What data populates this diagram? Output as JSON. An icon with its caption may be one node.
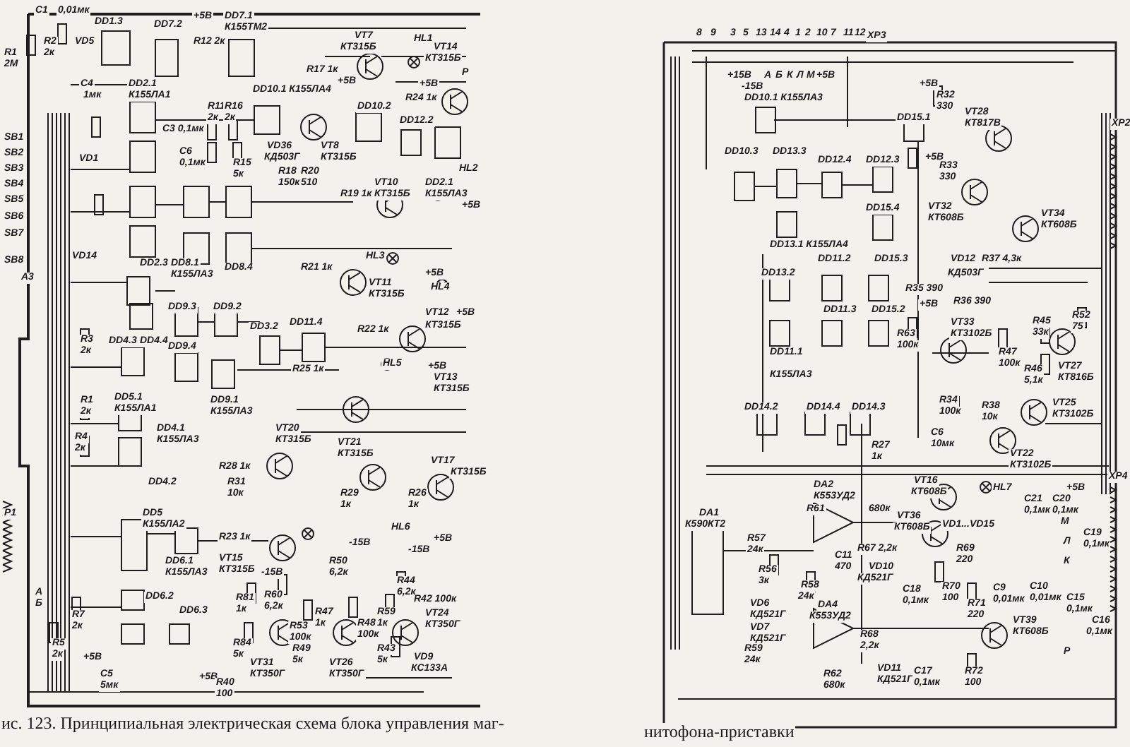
{
  "diagram": {
    "labels": [
      "C1",
      "0,01мк",
      "DD1.3",
      "DD7.2",
      "+5В",
      "DD7.1",
      "К155ТМ2",
      "R1",
      "2М",
      "R2",
      "2к",
      "VD5",
      "C4",
      "1мк",
      "R12 2к",
      "VT7",
      "КТ315Б",
      "HL1",
      "VT14",
      "КТ315Б",
      "R17 1к",
      "+5В",
      "R24 1к",
      "Р",
      "DD2.1",
      "К155ЛА1",
      "DD10.1 К155ЛА4",
      "+5В",
      "C3 0,1мк",
      "R11",
      "2к",
      "R16",
      "2к",
      "VD36",
      "КД503Г",
      "R18",
      "150к",
      "R20",
      "510",
      "VT8",
      "КТ315Б",
      "DD10.2",
      "DD12.2",
      "DD2.1",
      "К155ЛА3",
      "VT10",
      "КТ315Б",
      "HL2",
      "+5В",
      "R19 1к",
      "C6",
      "0,1мк",
      "R15",
      "5к",
      "SB1",
      "SB2",
      "SB3",
      "SB4",
      "SB5",
      "SB6",
      "SB7",
      "SB8",
      "A3",
      "VD1",
      "VD14",
      "DD2.3",
      "DD8.1",
      "К155ЛА3",
      "DD8.4",
      "R21 1к",
      "HL3",
      "+5В",
      "VT11",
      "КТ315Б",
      "DD9.3",
      "DD9.2",
      "HL4",
      "VT12",
      "+5В",
      "DD4.3",
      "DD4.4",
      "DD9.4",
      "DD3.2",
      "DD11.4",
      "R22 1к",
      "КТ315Б",
      "R25 1к",
      "HL5",
      "+5В",
      "VT13",
      "КТ315Б",
      "R3",
      "2к",
      "DD9.1",
      "К155ЛА3",
      "DD5.1",
      "К155ЛА1",
      "R1",
      "2к",
      "DD4.1",
      "К155ЛА3",
      "R4",
      "2к",
      "VT20",
      "КТ315Б",
      "VT21",
      "КТ315Б",
      "VT17",
      "КТ315Б",
      "R28 1к",
      "R31",
      "10к",
      "DD4.2",
      "R29",
      "1к",
      "R26",
      "1к",
      "DD5",
      "К155ЛА2",
      "DD6.1",
      "К155ЛА3",
      "R23 1к",
      "HL6",
      "+5В",
      "VT15",
      "КТ315Б",
      "P1",
      "А",
      "Б",
      "DD6.2",
      "R7",
      "2к",
      "DD6.3",
      "R5",
      "2к",
      "+5В",
      "C5",
      "5мк",
      "-15В",
      "R60",
      "6,2к",
      "R81",
      "1к",
      "R84",
      "5к",
      "VT31",
      "КТ350Г",
      "R53",
      "100к",
      "R49",
      "5к",
      "R47",
      "1к",
      "-15В",
      "R50",
      "6,2к",
      "R48",
      "100к",
      "VT26",
      "КТ350Г",
      "R59",
      "1к",
      "R43",
      "5к",
      "-15В",
      "R44",
      "6,2к",
      "R42 100к",
      "VT24",
      "КТ350Г",
      "VD9",
      "КС133А",
      "+5В",
      "R40",
      "100",
      "ис. 123. Принципиальная электрическая схема блока управления маг-",
      "8",
      "9",
      "3",
      "5",
      "13",
      "14",
      "4",
      "1",
      "2",
      "10",
      "7",
      "11",
      "12",
      "XP3",
      "+15В",
      "-15В",
      "А",
      "Б",
      "К",
      "Л",
      "М",
      "+5В",
      "DD10.1 К155ЛА3",
      "+5В",
      "R32",
      "330",
      "DD15.1",
      "VT28",
      "КТ817В",
      "XP2",
      "DD10.3",
      "DD13.3",
      "DD12.4",
      "DD12.3",
      "DD15.4",
      "+5В",
      "R33",
      "330",
      "VT32",
      "КТ608Б",
      "VT34",
      "КТ608Б",
      "DD13.1 К155ЛА4",
      "DD13.2",
      "DD11.2",
      "DD15.3",
      "VD12",
      "КД503Г",
      "R37 4,3к",
      "R35 390",
      "R36 390",
      "DD11.3",
      "DD15.2",
      "+5В",
      "R63",
      "100к",
      "VT33",
      "КТ3102Б",
      "R45",
      "33к",
      "R52",
      "75",
      "R47",
      "100к",
      "R46",
      "5,1к",
      "VT27",
      "КТ816Б",
      "VT25",
      "КТ3102Б",
      "DD11.1",
      "К155ЛА3",
      "DD14.2",
      "DD14.4",
      "DD14.3",
      "R27",
      "1к",
      "R34",
      "100к",
      "R38",
      "10к",
      "C6",
      "10мк",
      "VT22",
      "КТ3102Б",
      "DA2",
      "К553УД2",
      "VT16",
      "КТ608Б",
      "HL7",
      "XP4",
      "C21",
      "0,1мк",
      "C20",
      "0,1мк",
      "+5В",
      "DA1",
      "К590КТ2",
      "R61",
      "680к",
      "R57",
      "24к",
      "VT36",
      "КТ608Б",
      "VD1...VD15",
      "R69",
      "220",
      "C19",
      "0,1мк",
      "М",
      "Л",
      "К",
      "C11",
      "470",
      "R67 2,2к",
      "R56",
      "3к",
      "R58",
      "24к",
      "VD10",
      "КД521Г",
      "C18",
      "0,1мк",
      "R70",
      "100",
      "VD6",
      "КД521Г",
      "VD7",
      "КД521Г",
      "DA4",
      "К553УД2",
      "C9",
      "0,01мк",
      "C10",
      "0,01мк",
      "C15",
      "0,1мк",
      "C16",
      "0,1мк",
      "R71",
      "220",
      "VT39",
      "КТ608Б",
      "R59",
      "24к",
      "R62",
      "680к",
      "R68",
      "2,2к",
      "VD11",
      "КД521Г",
      "C17",
      "0,1мк",
      "R72",
      "100",
      "Р",
      "нитофона-приставки"
    ]
  }
}
